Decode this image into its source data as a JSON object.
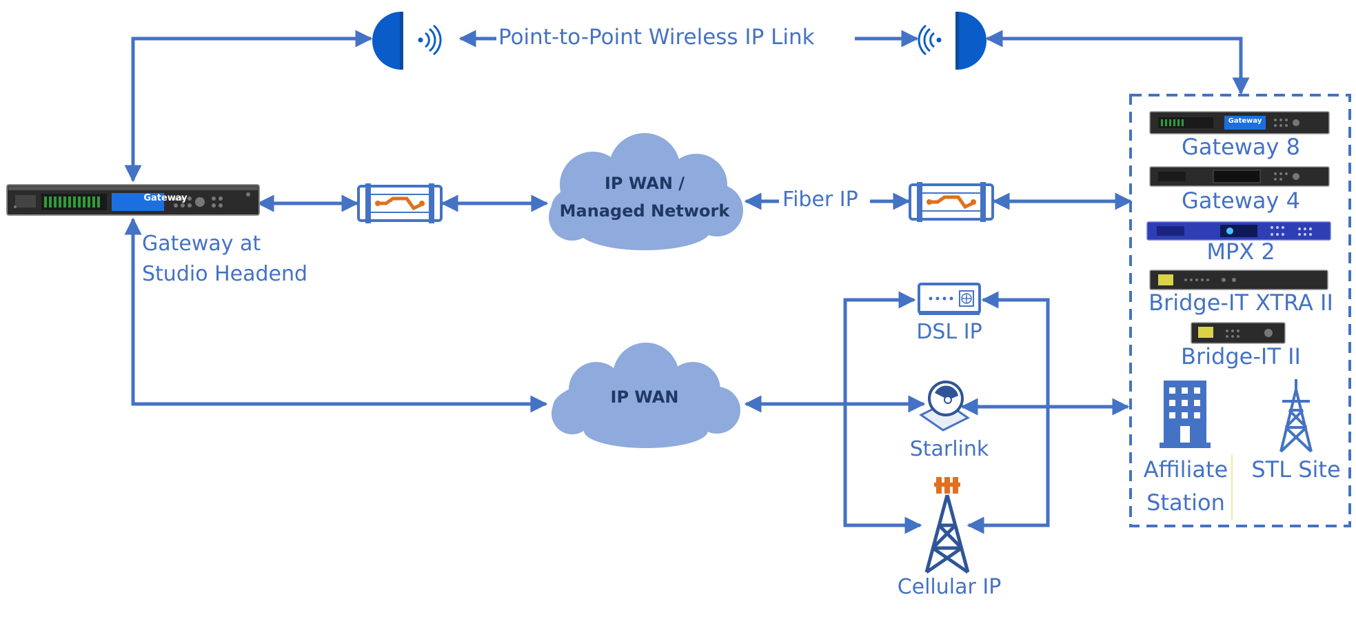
{
  "colors": {
    "link_blue": "#4472c4",
    "antenna_blue": "#0a5cc8",
    "cloud_fill": "#8faadc",
    "cloud_text": "#1f3864",
    "fiber_orange": "#e0701f",
    "device_dark": "#2a2a2a",
    "mpx_blue": "#2e3fb5",
    "label_blue": "#4472c4"
  },
  "labels": {
    "wireless_link": "Point-to-Point Wireless IP Link",
    "studio_gateway_line1": "Gateway at",
    "studio_gateway_line2": "Studio Headend",
    "fiber_ip": "Fiber IP",
    "ip_wan_managed_line1": "IP WAN /",
    "ip_wan_managed_line2": "Managed Network",
    "ip_wan": "IP WAN",
    "dsl_ip": "DSL IP",
    "starlink": "Starlink",
    "cellular_ip": "Cellular IP"
  },
  "devices": {
    "studio_gateway_screen": "Gateway"
  },
  "remote_site": {
    "devices": [
      {
        "name": "Gateway 8",
        "screen": "Gateway"
      },
      {
        "name": "Gateway 4",
        "screen": ""
      },
      {
        "name": "MPX 2",
        "screen": ""
      },
      {
        "name": "Bridge-IT XTRA II",
        "screen": ""
      },
      {
        "name": "Bridge-IT II",
        "screen": ""
      }
    ],
    "destinations": [
      {
        "line1": "Affiliate",
        "line2": "Station",
        "icon": "building-icon"
      },
      {
        "line1": "STL Site",
        "line2": "",
        "icon": "transmission-tower-icon"
      }
    ]
  }
}
